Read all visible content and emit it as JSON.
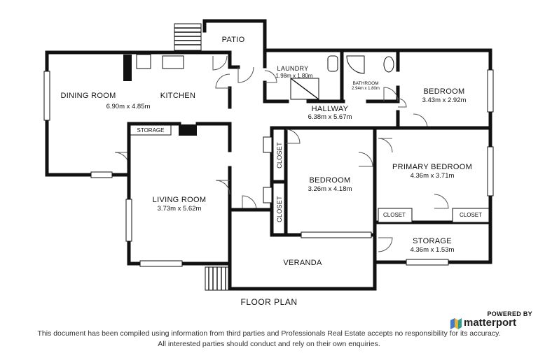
{
  "rooms": {
    "patio": {
      "name": "PATIO"
    },
    "laundry": {
      "name": "LAUNDRY",
      "dims": "1.98m x 1.80m"
    },
    "bathroom": {
      "name": "BATHROOM",
      "dims": "2.94m x 1.80m"
    },
    "bedroom1": {
      "name": "BEDROOM",
      "dims": "3.43m x 2.92m"
    },
    "dining": {
      "name": "DINING ROOM",
      "dims": "6.90m x 4.85m"
    },
    "kitchen": {
      "name": "KITCHEN"
    },
    "hallway": {
      "name": "HALLWAY",
      "dims": "6.38m x 5.67m"
    },
    "storage_small": {
      "name": "STORAGE"
    },
    "closet_a": {
      "name": "CLOSET"
    },
    "closet_b": {
      "name": "CLOSET"
    },
    "bedroom2": {
      "name": "BEDROOM",
      "dims": "3.26m x 4.18m"
    },
    "primary": {
      "name": "PRIMARY BEDROOM",
      "dims": "4.36m x 3.71m"
    },
    "living": {
      "name": "LIVING ROOM",
      "dims": "3.73m x 5.62m"
    },
    "closet_c": {
      "name": "CLOSET"
    },
    "closet_d": {
      "name": "CLOSET"
    },
    "storage": {
      "name": "STORAGE",
      "dims": "4.36m x 1.53m"
    },
    "veranda": {
      "name": "VERANDA"
    }
  },
  "title": "FLOOR PLAN",
  "brand": {
    "top": "POWERED BY",
    "name": "matterport"
  },
  "disclaimer": {
    "line1": "This document has been compiled using information from third parties and Professionals Real Estate accepts no responsibility for its accuracy.",
    "line2": "All interested parties should conduct and rely on their own enquiries."
  }
}
